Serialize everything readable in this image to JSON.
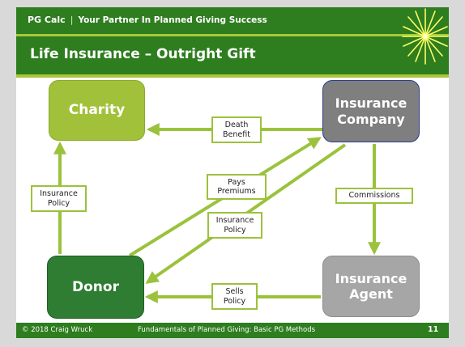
{
  "header": {
    "brand": "PG Calc",
    "separator": "|",
    "tagline": "Your Partner In Planned Giving Success"
  },
  "slide": {
    "title": "Life Insurance – Outright Gift"
  },
  "nodes": {
    "charity": "Charity",
    "insurance_company_line1": "Insurance",
    "insurance_company_line2": "Company",
    "donor": "Donor",
    "insurance_agent_line1": "Insurance",
    "insurance_agent_line2": "Agent"
  },
  "edges": {
    "death_benefit_line1": "Death",
    "death_benefit_line2": "Benefit",
    "insurance_policy_left_line1": "Insurance",
    "insurance_policy_left_line2": "Policy",
    "pays_premiums_line1": "Pays",
    "pays_premiums_line2": "Premiums",
    "insurance_policy_mid_line1": "Insurance",
    "insurance_policy_mid_line2": "Policy",
    "commissions": "Commissions",
    "sells_policy_line1": "Sells",
    "sells_policy_line2": "Policy"
  },
  "footer": {
    "copyright": "© 2018 Craig Wruck",
    "course": "Fundamentals of Planned Giving: Basic PG Methods",
    "page_number": "11"
  },
  "colors": {
    "dark_green": "#2e7d1f",
    "lime_green": "#a2c13a",
    "arrow_green": "#9bc23c",
    "gray": "#7f7f7f",
    "light_gray": "#a6a6a6"
  },
  "icons": {
    "logo": "starburst-icon"
  }
}
